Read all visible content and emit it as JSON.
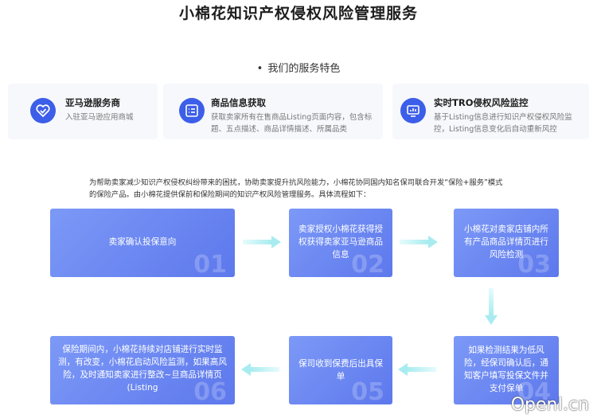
{
  "header": {
    "title": "小棉花知识产权侵权风险管理服务"
  },
  "features": {
    "heading": "我们的服务特色",
    "items": [
      {
        "title": "亚马逊服务商",
        "desc": "入驻亚马逊应用商城",
        "icon": "heart-check-icon"
      },
      {
        "title": "商品信息获取",
        "desc": "获取卖家所有在售商品Listing页面内容，包含标题、五点描述、商品详情描述、所属品类",
        "icon": "list-icon"
      },
      {
        "title": "实时TRO侵权风险监控",
        "desc": "基于Listing信息进行知识产权侵权风险监控，Listing信息变化后自动重新风控",
        "icon": "monitor-chart-icon"
      }
    ]
  },
  "intro": "为帮助卖家减少知识产权侵权纠纷带来的困扰，协助卖家提升抗风险能力，小棉花协同国内知名保司联合开发“保险+服务”模式的保险产品。由小棉花提供保前和保险期间的知识产权风险管理服务。具体流程如下：",
  "steps": [
    {
      "num": "01",
      "text": "卖家确认投保意向"
    },
    {
      "num": "02",
      "text": "卖家授权小棉花获得授权获得卖家亚马逊商品信息"
    },
    {
      "num": "03",
      "text": "小棉花对卖家店铺内所有产品商品详情页进行风险检测"
    },
    {
      "num": "04",
      "text": "如果检测结果为低风险，经保司确认后，通知客户填写投保文件并支付保单"
    },
    {
      "num": "05",
      "text": "保司收到保费后出具保单"
    },
    {
      "num": "06",
      "text": "保险期间内，小棉花持续对店铺进行实时监测，有改变，小棉花启动风险监测，如果高风险，及时通知卖家进行整改~旦商品详情页 (Listing"
    }
  ],
  "watermark": "OpenI.cn",
  "colors": {
    "accent": "#3c5ee8",
    "card_gradient_start": "#7c99f7",
    "card_gradient_end": "#5d78ec",
    "arrow": "#a8ecf0"
  }
}
